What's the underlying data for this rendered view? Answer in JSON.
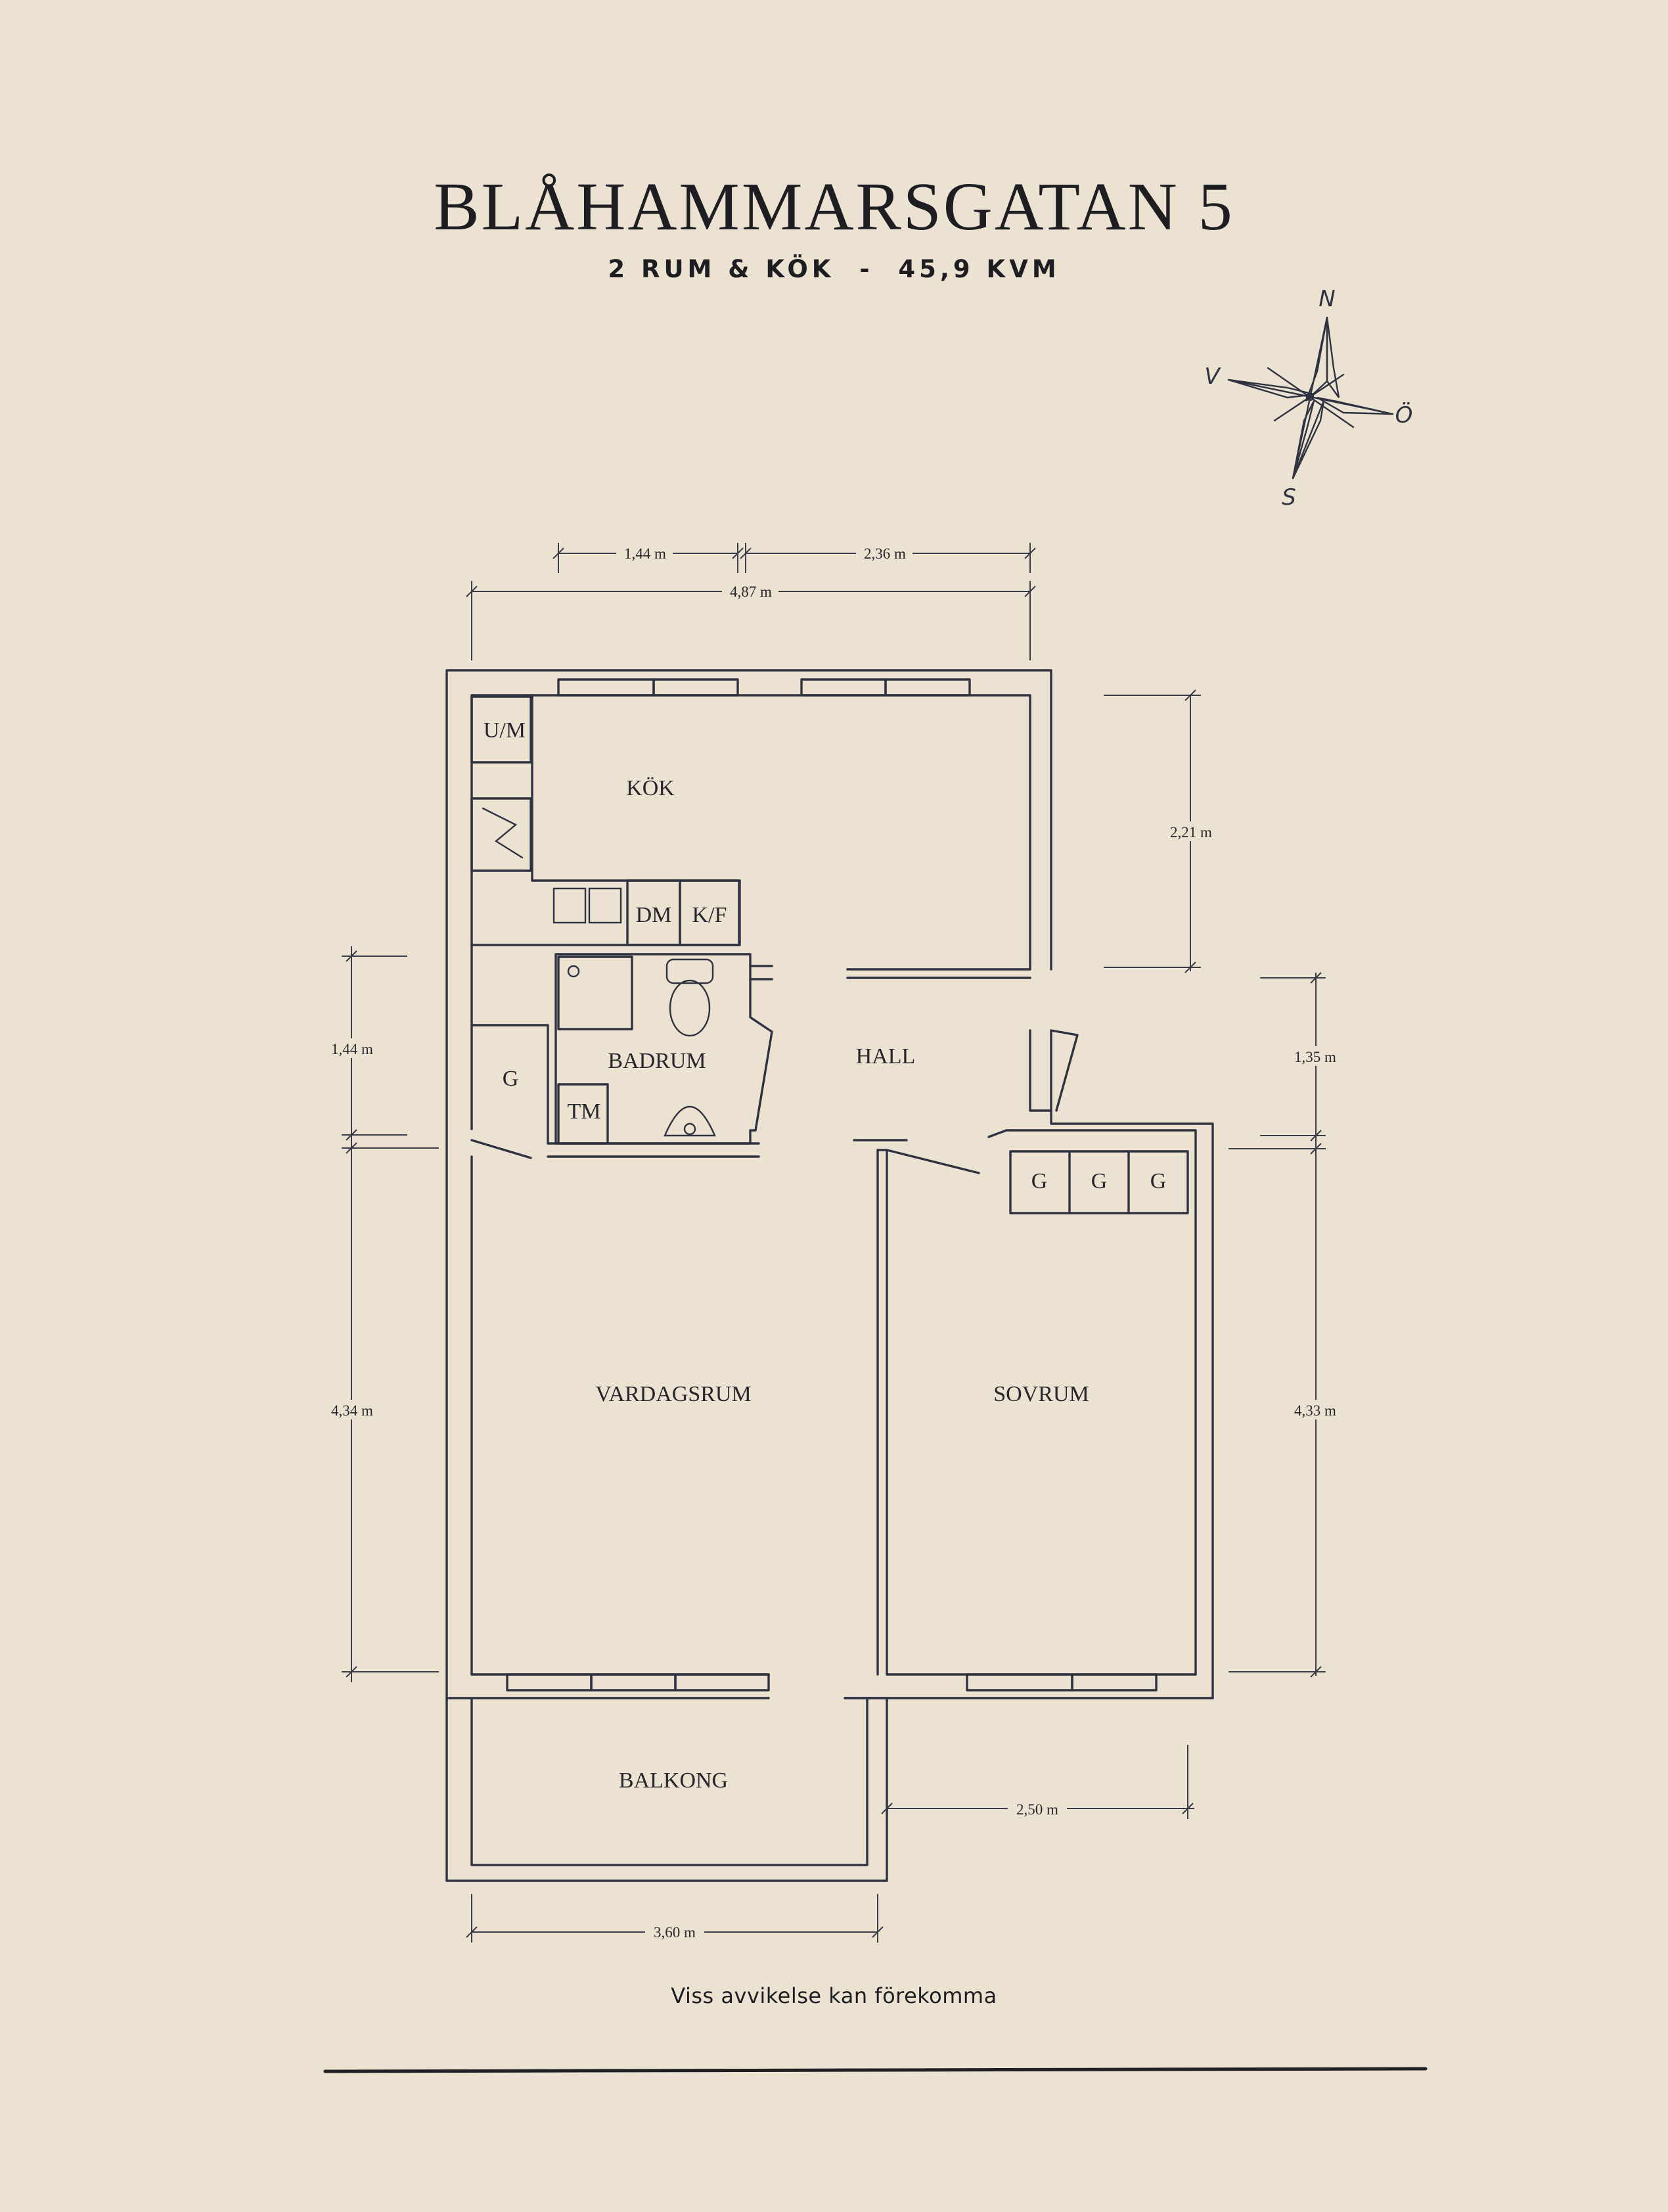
{
  "header": {
    "title": "BLÅHAMMARSGATAN 5",
    "subtitle": "2 RUM & KÖK  -  45,9 KVM"
  },
  "compass": {
    "north": "N",
    "west": "V",
    "east": "Ö",
    "south": "S"
  },
  "rooms": {
    "kok": "KÖK",
    "um": "U/M",
    "dm": "DM",
    "kf": "K/F",
    "badrum": "BADRUM",
    "tm": "TM",
    "g_bath": "G",
    "hall": "HALL",
    "vardagsrum": "VARDAGSRUM",
    "sovrum": "SOVRUM",
    "g1": "G",
    "g2": "G",
    "g3": "G",
    "balkong": "BALKONG"
  },
  "dimensions": {
    "top_left": "1,44 m",
    "top_right": "2,36 m",
    "top_total": "4,87 m",
    "kitchen_height": "2,21 m",
    "left_upper": "1,44 m",
    "hall_height": "1,35 m",
    "living_height": "4,34 m",
    "bedroom_height": "4,33 m",
    "bedroom_width": "2,50 m",
    "balcony_width": "3,60 m"
  },
  "footer": {
    "note": "Viss avvikelse kan förekomma"
  }
}
